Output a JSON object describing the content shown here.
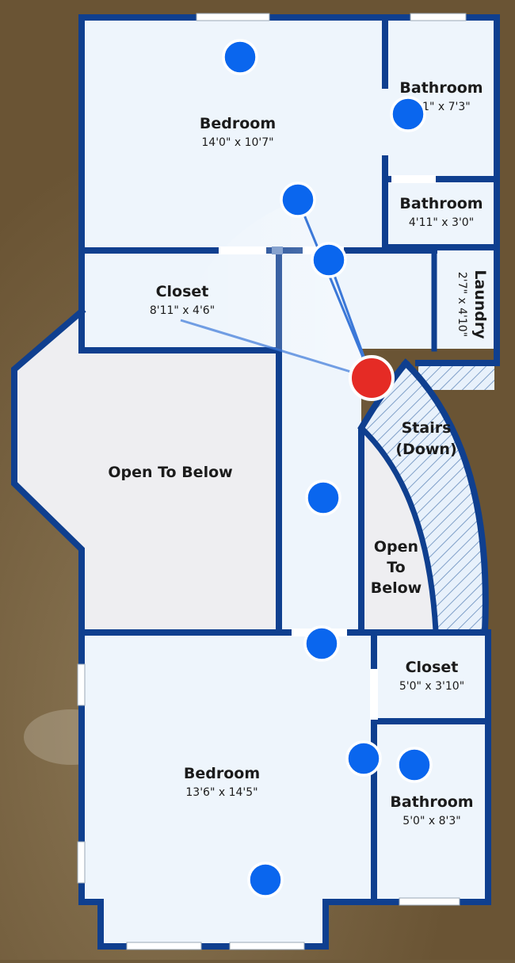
{
  "rooms": {
    "bedroom_top": {
      "name": "Bedroom",
      "dims": "14'0\" x 10'7\""
    },
    "bath_top": {
      "name": "Bathroom",
      "dims": "8'1\" x 7'3\""
    },
    "bath_mid": {
      "name": "Bathroom",
      "dims": "4'11\" x 3'0\""
    },
    "laundry": {
      "name": "Laundry",
      "dims": "2'7\" x 4'10\""
    },
    "closet_top": {
      "name": "Closet",
      "dims": "8'11\" x 4'6\""
    },
    "open_left": {
      "name": "Open To Below"
    },
    "stairs": {
      "line1": "Stairs",
      "line2": "(Down)"
    },
    "open_right": {
      "line1": "Open",
      "line2": "To",
      "line3": "Below"
    },
    "closet_bottom": {
      "name": "Closet",
      "dims": "5'0\" x 3'10\""
    },
    "bedroom_bottom": {
      "name": "Bedroom",
      "dims": "13'6\" x 14'5\""
    },
    "bath_bottom": {
      "name": "Bathroom",
      "dims": "5'0\" x 8'3\""
    }
  },
  "colors": {
    "wall": "#0f3f8f",
    "floor": "#eef5fc",
    "open_area": "#eeeef1",
    "hotspot": "#0a66ee",
    "current_position": "#e52b25"
  },
  "icons": {
    "hotspot": "camera-hotspot-icon",
    "current": "current-position-icon"
  }
}
